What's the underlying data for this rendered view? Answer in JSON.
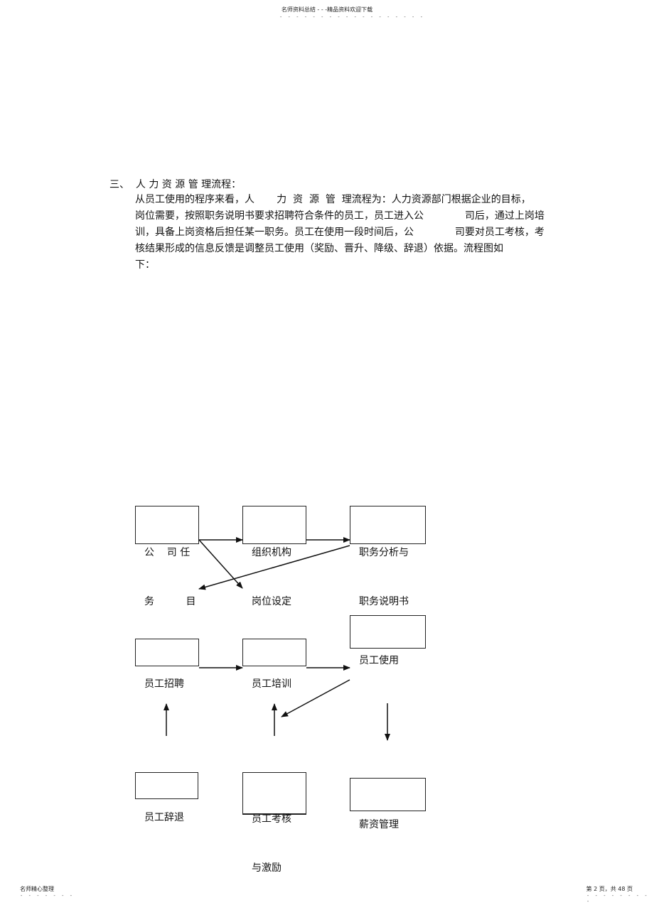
{
  "header": {
    "title": "名师资料总结 - - -精品资料欢迎下载",
    "dots": "- - - - - - - - - - - - - - - - - -"
  },
  "section": {
    "title": "三、  人 力 资 源 管 理流程：",
    "lines": [
      "从员工使用的程序来看，人       力  资  源  管  理流程为：人力资源部门根据企业的目标，",
      "岗位需要，按照职务说明书要求招聘符合条件的员工，员工进入公             司后，通过上岗培",
      "训，具备上岗资格后担任某一职务。员工在使用一段时间后，公             司要对员工考核，考",
      "核结果形成的信息反馈是调整员工使用（奖励、晋升、降级、辞退）依据。流程图如",
      "下："
    ]
  },
  "flowchart": {
    "company_tasks": [
      "公    司 任",
      "务          目"
    ],
    "org_structure": [
      "组织机构",
      "岗位设定"
    ],
    "job_analysis": [
      "职务分析与",
      "职务说明书"
    ],
    "employee_use": [
      "员工使用"
    ],
    "recruitment": [
      "员工招聘"
    ],
    "training": [
      "员工培训"
    ],
    "dismissal": [
      "员工辞退"
    ],
    "appraisal": [
      "员工考核",
      "与激励"
    ],
    "salary": [
      "薪资管理"
    ]
  },
  "footer": {
    "left": "名师精心整理",
    "right": "第 2 页，共 48 页",
    "dots_left": "- - - - - - -",
    "dots_right": "- - - - - - - - -"
  }
}
